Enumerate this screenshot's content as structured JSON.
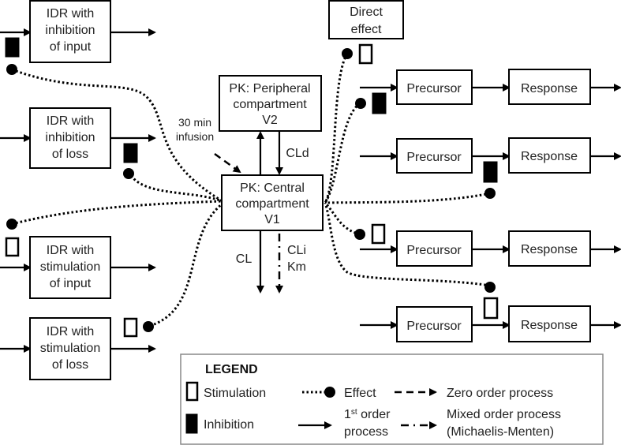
{
  "diagram": {
    "idr_boxes": [
      {
        "lines": [
          "IDR with",
          "inhibition",
          "of input"
        ],
        "modulator": "inhibition"
      },
      {
        "lines": [
          "IDR with",
          "inhibition",
          "of loss"
        ],
        "modulator": "inhibition"
      },
      {
        "lines": [
          "IDR with",
          "stimulation",
          "of input"
        ],
        "modulator": "stimulation"
      },
      {
        "lines": [
          "IDR with",
          "stimulation",
          "of loss"
        ],
        "modulator": "stimulation"
      }
    ],
    "pk_peripheral": {
      "lines": [
        "PK: Peripheral",
        "compartment",
        "V2"
      ]
    },
    "pk_central": {
      "lines": [
        "PK: Central",
        "compartment",
        "V1"
      ]
    },
    "infusion_label": [
      "30 min",
      "infusion"
    ],
    "cld_label": "CLd",
    "cl_label": "CL",
    "cli_label": [
      "CLi",
      "Km"
    ],
    "direct_effect": {
      "lines": [
        "Direct",
        "effect"
      ],
      "modulator": "stimulation"
    },
    "precursor_chains": [
      {
        "precursor": "Precursor",
        "response": "Response",
        "modulator": "inhibition",
        "target": "precursor-input"
      },
      {
        "precursor": "Precursor",
        "response": "Response",
        "modulator": "inhibition",
        "target": "precursor-to-response"
      },
      {
        "precursor": "Precursor",
        "response": "Response",
        "modulator": "stimulation",
        "target": "precursor-input"
      },
      {
        "precursor": "Precursor",
        "response": "Response",
        "modulator": "stimulation",
        "target": "precursor-to-response"
      }
    ]
  },
  "legend": {
    "title": "LEGEND",
    "stimulation": "Stimulation",
    "inhibition": "Inhibition",
    "effect": "Effect",
    "first_order_sup": "st",
    "first_order_num": "1",
    "first_order_line1": " order",
    "first_order_line2": "process",
    "zero_order": "Zero order process",
    "mixed_order_line1": "Mixed order process",
    "mixed_order_line2": "(Michaelis-Menten)"
  }
}
